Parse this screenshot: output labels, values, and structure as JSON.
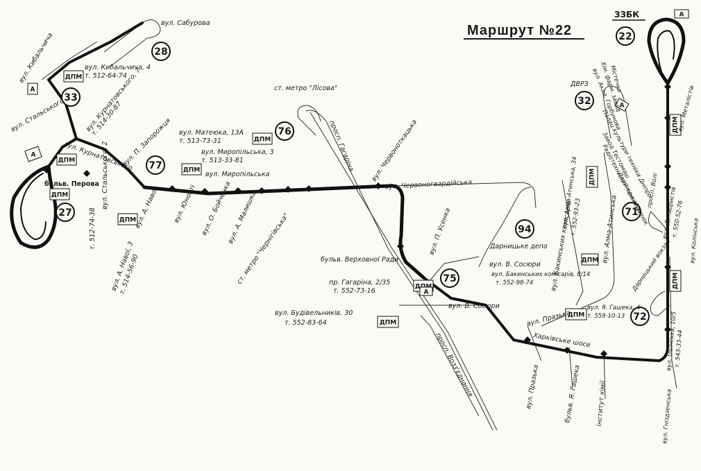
{
  "title": "Маршрут №22",
  "terminal_label": "ЗЗБК",
  "route_number": "22",
  "dpm_label": "ДПМ",
  "letter_a": "А",
  "station_numbers": [
    "22",
    "28",
    "33",
    "27",
    "77",
    "76",
    "32",
    "94",
    "75",
    "71",
    "72"
  ],
  "streets": {
    "saburova": "вул. Сабурова",
    "kibalchicha": "вул. Кибальчича",
    "kibalchicha_4": "вул. Кибальчича, 4",
    "kibalchicha_4_phone": "т. 512-64-74",
    "kurnatovskogo": "вул. Курнатовського, 7",
    "kurnatovskogo_phone": "т. 514-30-87",
    "kurnatovskogo_long": "вул. Курнатовського",
    "stalskogo": "вул. Стальського",
    "stalskogo_2": "вул. Стальського, 2",
    "stalskogo_phone": "т. 512-74-38",
    "perova": "бульв. Перова",
    "zaporozhtsa": "вул. П. Запорожця",
    "navoi": "вул. А. Навої",
    "navoi_2": "вул. А. Навої, 3",
    "navoi_phone": "т. 514-56-90",
    "yunosti": "вул. Юності",
    "bochenka": "вул. О. Бойченка",
    "makiyka": "вул. А. Малишка",
    "chernihivska": "ст. метро \"Чернігівська\"",
    "materika": "вул. Матеюка, 13А",
    "materika_phone": "т. 513-73-31",
    "myropilska_3": "вул. Миропільська, 3",
    "myropilska_3_phone": "т. 513-33-81",
    "myropilska": "вул. Миропільська",
    "lisova": "ст. метро \"Лісова\"",
    "gagarina": "просп. Гагаріна",
    "chervonotkatska": "вул. Червоноткацька",
    "chervonogvardiyska": "вул. Червоногвардійська",
    "verkhovnoi_rady": "бульв. Верховної Ради",
    "pusenka": "вул. П. Усенка",
    "gagarina_235": "пр. Гагаріна, 2/35",
    "gagarina_phone": "т. 552-73-16",
    "budivelnykiv": "вул. Будівельників, 30",
    "budivelnykiv_phone": "т. 552-83-64",
    "sosyury": "вул. В. Сосюри",
    "sosyury_short": "вул. В. Сосюри",
    "bakinskykh": "вул. Бакинських комісарів, 8/14",
    "bakinskykh_phone": "т. 552-98-74",
    "darnytske_depo": "Дарницьке депо",
    "atlinska_34": "вул. Алма-Атинська, 34",
    "atlinska_phone": "т. 552-93-23",
    "atlinska": "вул. Алма-Атинська",
    "bakinskykh_long": "вул. Бакинських комісарів",
    "praz": "вул. Празька",
    "gashek": "вул. Я. Гашека, 4",
    "gashek_phone": "т. 559-10-13",
    "kharkivske": "Харківське шосе",
    "praz_bottom": "вул. Празька",
    "gashek_bottom": "бульв. Я. Гашека",
    "khimii": "інститут хімії",
    "vozz": "просп. Возз'єднання",
    "darvz": "ДВРЗ",
    "pal_kultury": "Палац культури техніки Дніпро",
    "zavod": "Завод Тестомаш",
    "radiotekh": "Радіотехнічний технікум",
    "darnytskyi_rynok": "Дарницький ринок",
    "polissia": "Ринок",
    "dekabrystiv": "вул. Декабристів",
    "prosp_voli": "просп. Волі",
    "prosp_voli_76": "76",
    "dpm_phone_top": "т. 550-52-76",
    "darnytskyi_vokzal": "Дарницький вокзал",
    "ilinska": "вул. Ільїнська, 10/5",
    "ilinska_phone": "т. 543-33-44",
    "gnezdzhenska": "вул. Гніздзенська",
    "kolinska": "вул. Колінська",
    "mistechko": "Містечко",
    "khim_farm": "Хім. фарм. завод",
    "gorbunova": "вул. Акад. Горбунова",
    "metalistiv": "вул. Металістів"
  }
}
